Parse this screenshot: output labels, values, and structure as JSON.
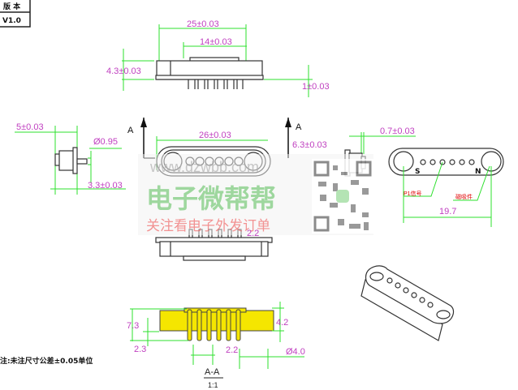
{
  "title_block": {
    "label": "版 本",
    "version": "V1.0"
  },
  "top_view": {
    "dims": [
      "25±0.03",
      "14±0.03",
      "4.3±0.03",
      "1±0.03"
    ]
  },
  "side_view_left": {
    "dims": [
      "5±0.03",
      "Ø0.95",
      "3.3±0.03"
    ]
  },
  "front_view": {
    "section_label": "A",
    "dims": [
      "26±0.03",
      "6.3±0.03"
    ]
  },
  "side_view_right": {
    "dims": [
      "0.7±0.03"
    ]
  },
  "pin_face_view": {
    "pin_labels": [
      "S",
      "N"
    ],
    "callouts": [
      "P1信号",
      "磁吸件"
    ],
    "dims": [
      "19.7"
    ]
  },
  "bottom_view": {
    "dims": [
      "2.2"
    ]
  },
  "section_view": {
    "dims": [
      "7.3",
      "2.3",
      "2.2",
      "4.2",
      "Ø4.0"
    ],
    "title": "A-A",
    "scale": "1:1"
  },
  "note": "注:未注尺寸公差±0.05单位",
  "watermark": {
    "site": "www.dzwbb.com",
    "brand": "电子微帮帮",
    "slogan": "关注看电子外发订单"
  },
  "colors": {
    "dimension_line": "#2ee02e",
    "dimension_text": "#c040c0",
    "section_fill": "#f5e600",
    "watermark_green": "#8ed18e",
    "watermark_red": "#f08080"
  }
}
